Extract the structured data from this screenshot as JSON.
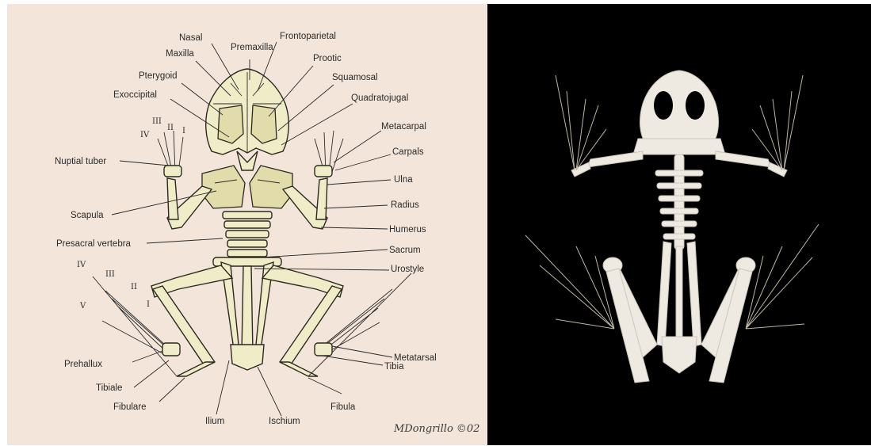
{
  "diagram": {
    "labels": {
      "premaxilla": "Premaxilla",
      "nasal": "Nasal",
      "frontoparietal": "Frontoparietal",
      "maxilla": "Maxilla",
      "prootic": "Prootic",
      "pterygoid": "Pterygoid",
      "squamosal": "Squamosal",
      "exoccipital": "Exoccipital",
      "quadratojugal": "Quadratojugal",
      "metacarpal": "Metacarpal",
      "carpals": "Carpals",
      "nuptial_tuber": "Nuptial tuber",
      "ulna": "Ulna",
      "radius": "Radius",
      "scapula": "Scapula",
      "humerus": "Humerus",
      "presacral_vertebra": "Presacral vertebra",
      "sacrum": "Sacrum",
      "urostyle": "Urostyle",
      "metatarsal": "Metatarsal",
      "prehallux": "Prehallux",
      "tibia": "Tibia",
      "tibiale": "Tibiale",
      "fibulare": "Fibulare",
      "fibula": "Fibula",
      "ilium": "Ilium",
      "ischium": "Ischium"
    },
    "finger_numerals": {
      "IV": "IV",
      "III": "III",
      "II": "II",
      "I": "I"
    },
    "toe_numerals": {
      "IV": "IV",
      "III": "III",
      "II": "II",
      "I": "I",
      "V": "V"
    },
    "signature": "MDongrillo ©02"
  },
  "photo": {
    "subject": "frog-skeleton-photo"
  },
  "colors": {
    "diagram_background": "#f3e5da",
    "bone_fill": "#f0ecc8",
    "photo_background": "#000000",
    "photo_bone": "#eeeae2"
  }
}
